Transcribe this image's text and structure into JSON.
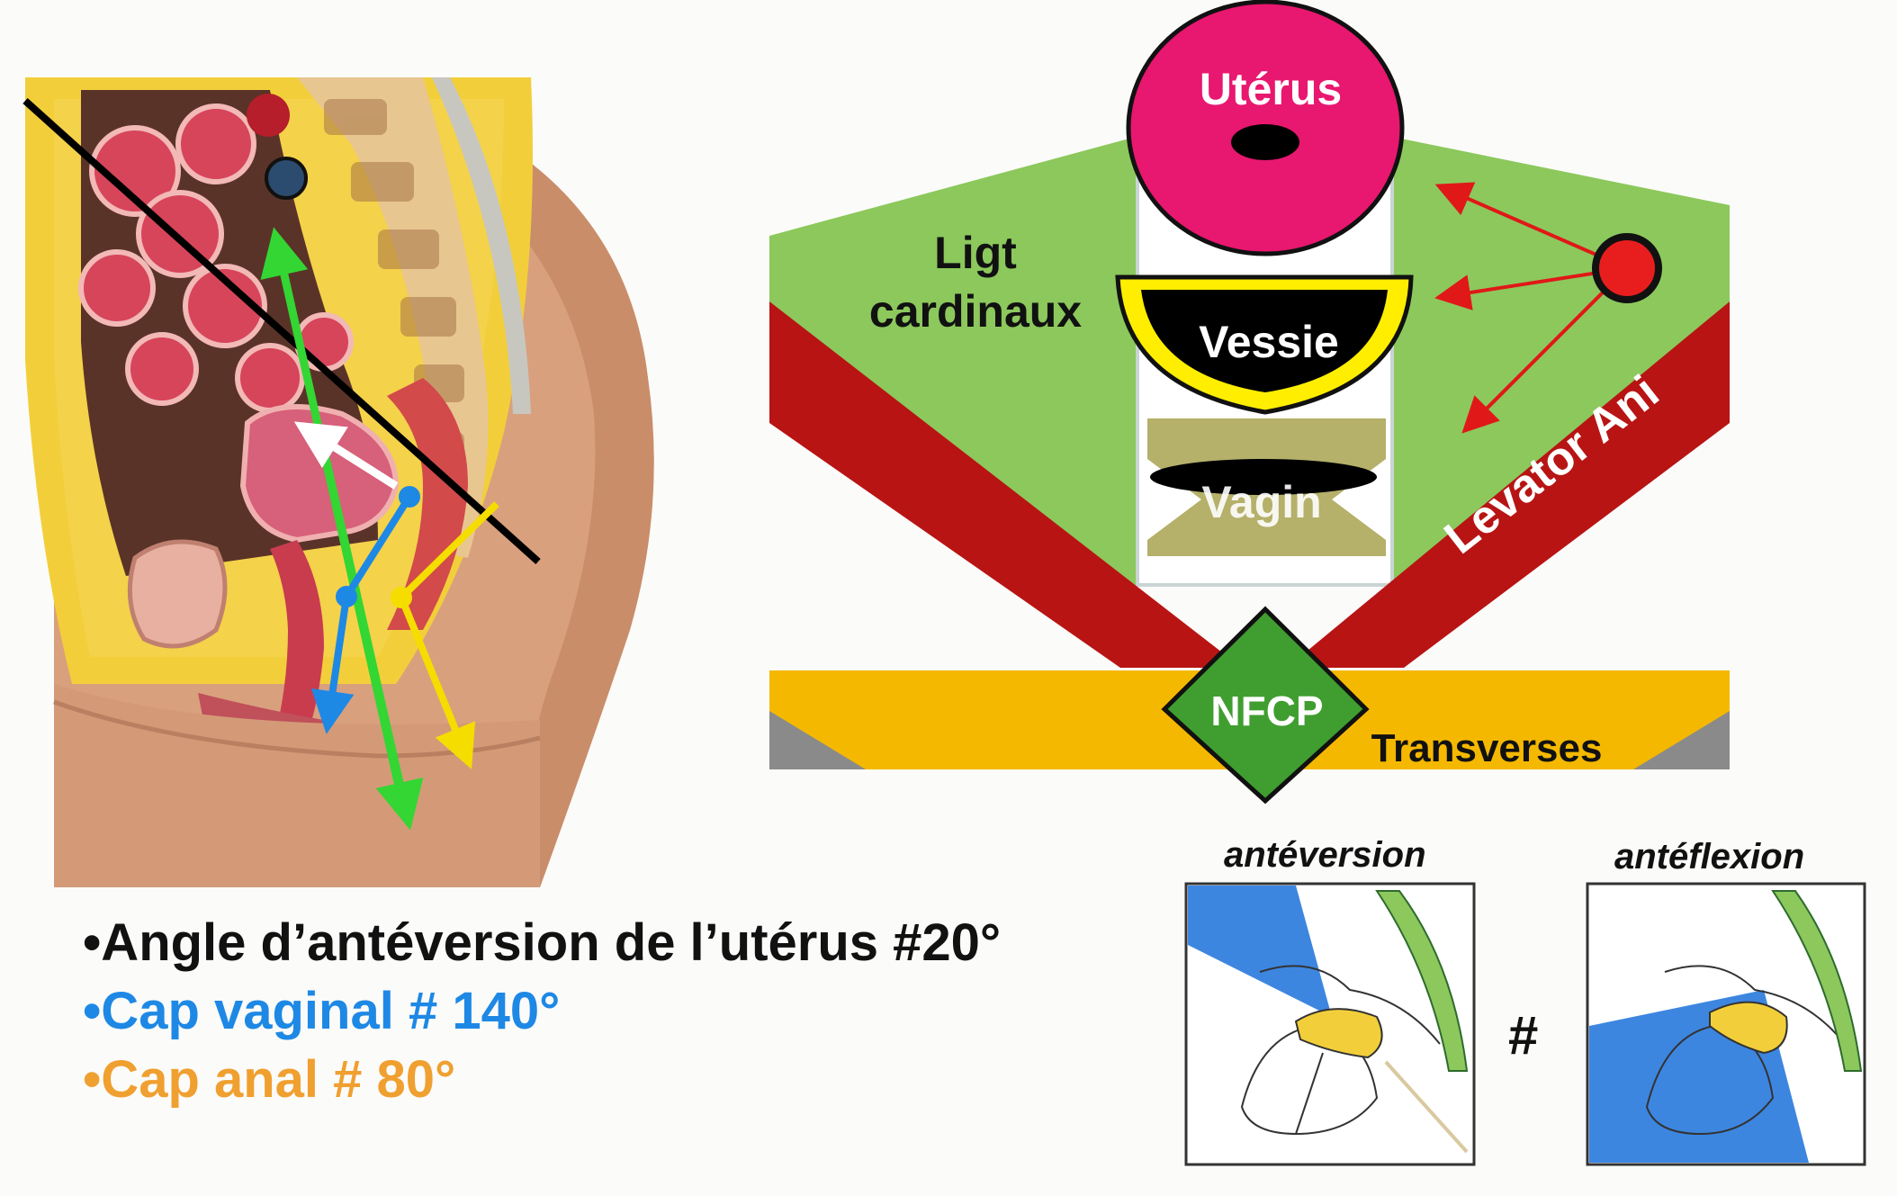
{
  "diagram": {
    "uterus_label": "Utérus",
    "ligament_label_line1": "Ligt",
    "ligament_label_line2": "cardinaux",
    "bladder_label": "Vessie",
    "vagina_label": "Vagin",
    "levator_label": "Levator Ani",
    "nfcp_label": "NFCP",
    "transverse_label": "Transverses"
  },
  "bullets": [
    {
      "text": "•Angle d’antéversion de l’utérus  #20°",
      "color": "#111111"
    },
    {
      "text": "•Cap vaginal # 140°",
      "color": "#1e88e5"
    },
    {
      "text": "•Cap anal # 80°",
      "color": "#f0a030"
    }
  ],
  "thumbnails": {
    "left_caption": "antéversion",
    "right_caption": "antéflexion",
    "separator": "#"
  },
  "colors": {
    "ligament_green": "#8cc85c",
    "levator_red": "#b81414",
    "transverse_yellow": "#f5b800",
    "uterus_pink": "#e8176f",
    "bladder_yellow": "#ffee00",
    "vagina_khaki": "#b5b06a",
    "nfcp_green": "#3f9e2f",
    "axis_green": "#33d633",
    "vaginal_blue": "#1e88e5",
    "anal_yellow": "#f5dd00",
    "shade_blue": "#3d86e0"
  }
}
